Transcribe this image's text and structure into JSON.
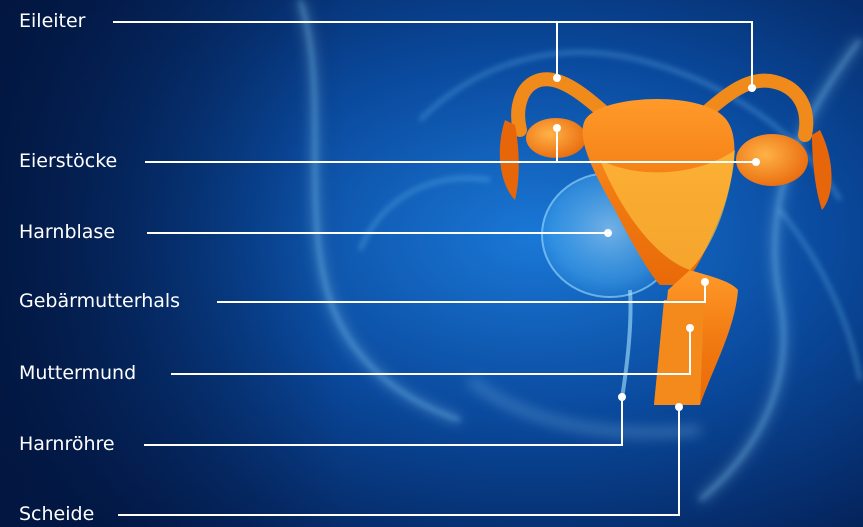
{
  "labels": {
    "eileiter": "Eileiter",
    "eierstoecke": "Eierstöcke",
    "harnblase": "Harnblase",
    "gebaermutterhals": "Gebärmutterhals",
    "muttermund": "Muttermund",
    "harnroehre": "Harnröhre",
    "scheide": "Scheide"
  },
  "colors": {
    "background_dark": "#04205a",
    "background_mid": "#0a4a9e",
    "glow_blue": "#5fc4ff",
    "organ_orange": "#f07a10",
    "organ_yellow": "#ffd34a",
    "leader_line": "#ffffff"
  }
}
